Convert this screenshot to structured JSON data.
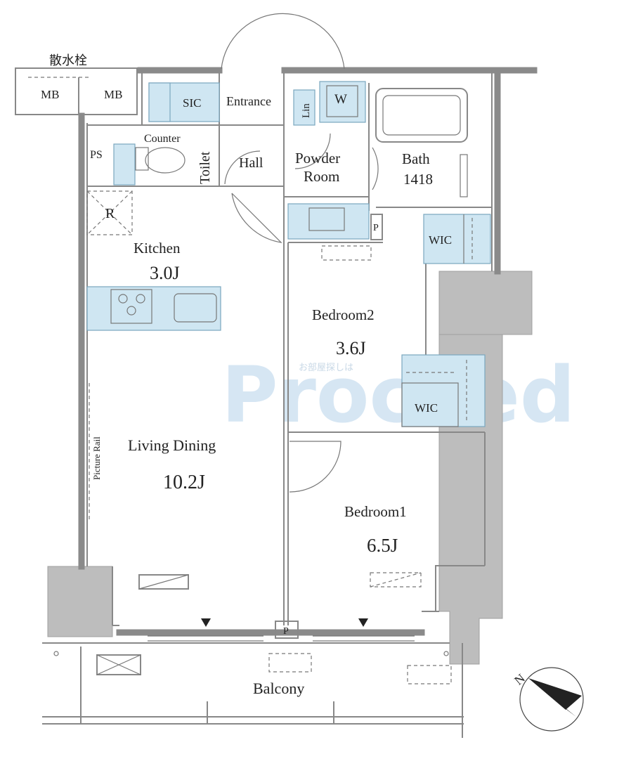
{
  "watermark": {
    "text": "Proceed",
    "sub": "お部屋探しは"
  },
  "labels": {
    "hydrant": "散水栓",
    "mb1": "MB",
    "mb2": "MB",
    "sic": "SIC",
    "entrance": "Entrance",
    "lin": "Lin",
    "washer": "W",
    "counter": "Counter",
    "ps": "PS",
    "toilet": "Toilet",
    "hall": "Hall",
    "powder_room_1": "Powder",
    "powder_room_2": "Room",
    "bath": "Bath",
    "bath_size": "1418",
    "fridge": "R",
    "p_top": "P",
    "wic1": "WIC",
    "kitchen": "Kitchen",
    "kitchen_size": "3.0J",
    "bedroom2": "Bedroom2",
    "bedroom2_size": "3.6J",
    "wic2": "WIC",
    "picture_rail": "Picture Rail",
    "living_dining": "Living Dining",
    "living_size": "10.2J",
    "bedroom1": "Bedroom1",
    "bedroom1_size": "6.5J",
    "p_bottom": "P",
    "balcony": "Balcony",
    "north": "N"
  },
  "colors": {
    "wall": "#8a8a8a",
    "fixture_blue": "#cfe6f2",
    "structure_gray": "#bdbdbd"
  }
}
